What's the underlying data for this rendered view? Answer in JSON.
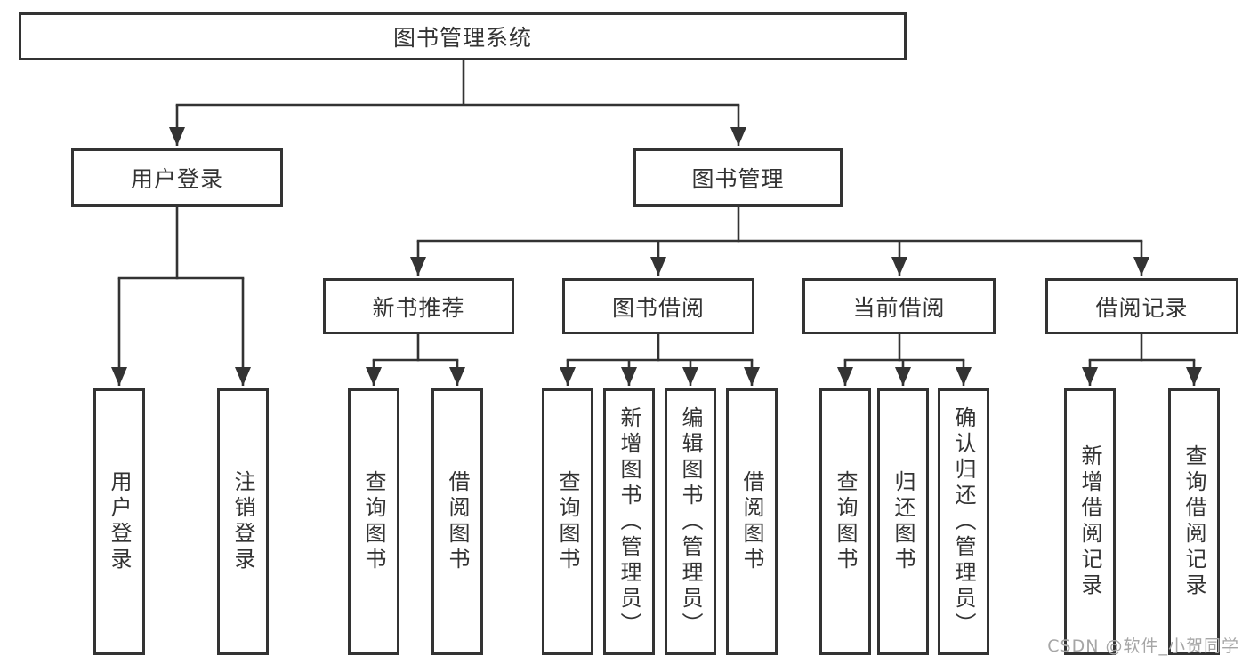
{
  "tree": {
    "root": {
      "label": "图书管理系统"
    },
    "branches": [
      {
        "label": "用户登录",
        "children": [
          {
            "label": "用户登录"
          },
          {
            "label": "注销登录"
          }
        ]
      },
      {
        "label": "图书管理",
        "children": [
          {
            "label": "新书推荐",
            "children": [
              {
                "label": "查询图书"
              },
              {
                "label": "借阅图书"
              }
            ]
          },
          {
            "label": "图书借阅",
            "children": [
              {
                "label": "查询图书"
              },
              {
                "label": "新增图书（管理员）"
              },
              {
                "label": "编辑图书（管理员）"
              },
              {
                "label": "借阅图书"
              }
            ]
          },
          {
            "label": "当前借阅",
            "children": [
              {
                "label": "查询图书"
              },
              {
                "label": "归还图书"
              },
              {
                "label": "确认归还（管理员）"
              }
            ]
          },
          {
            "label": "借阅记录",
            "children": [
              {
                "label": "新增借阅记录"
              },
              {
                "label": "查询借阅记录"
              }
            ]
          }
        ]
      }
    ]
  },
  "watermark": {
    "text": "CSDN @软件_小贺同学"
  },
  "colors": {
    "line": "#333333",
    "box_border": "#333333",
    "text": "#333333",
    "watermark": "#a6a6a6",
    "background": "#ffffff"
  }
}
